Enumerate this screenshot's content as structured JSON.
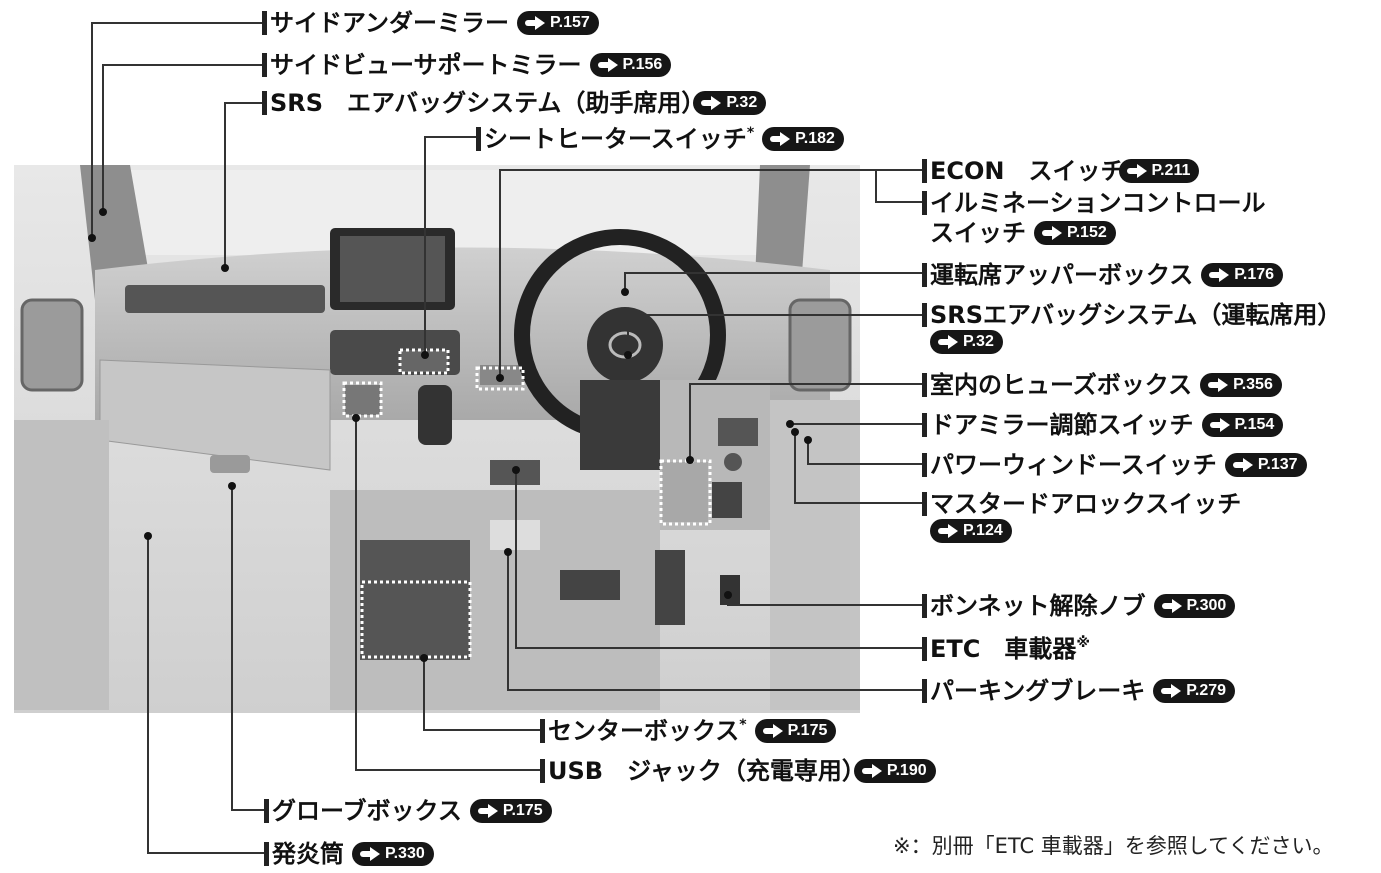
{
  "callouts": [
    {
      "id": "side-under-mirror",
      "label": "サイドアンダーミラー",
      "ref": "P.157"
    },
    {
      "id": "side-view-support-mirror",
      "label": "サイドビューサポートミラー",
      "ref": "P.156"
    },
    {
      "id": "srs-airbag-passenger",
      "label": "SRS　エアバッグシステム（助手席用）",
      "ref": "P.32"
    },
    {
      "id": "seat-heater-switch",
      "label": "シートヒータースイッチ",
      "mark": "*",
      "ref": "P.182"
    },
    {
      "id": "econ-switch",
      "label": "ECON　スイッチ",
      "ref": "P.211"
    },
    {
      "id": "illumination-control-switch",
      "label": "イルミネーションコントロール",
      "label2": "スイッチ",
      "ref": "P.152"
    },
    {
      "id": "driver-upper-box",
      "label": "運転席アッパーボックス",
      "ref": "P.176"
    },
    {
      "id": "srs-airbag-driver",
      "label": "SRSエアバッグシステム（運転席用）",
      "ref": "P.32"
    },
    {
      "id": "interior-fuse-box",
      "label": "室内のヒューズボックス",
      "ref": "P.356"
    },
    {
      "id": "door-mirror-switch",
      "label": "ドアミラー調節スイッチ",
      "ref": "P.154"
    },
    {
      "id": "power-window-switch",
      "label": "パワーウィンドースイッチ",
      "ref": "P.137"
    },
    {
      "id": "master-door-lock-switch",
      "label": "マスタードアロックスイッチ",
      "ref": "P.124"
    },
    {
      "id": "bonnet-release-knob",
      "label": "ボンネット解除ノブ",
      "ref": "P.300"
    },
    {
      "id": "etc-unit",
      "label": "ETC　車載器",
      "mark": "※"
    },
    {
      "id": "parking-brake",
      "label": "パーキングブレーキ",
      "ref": "P.279"
    },
    {
      "id": "center-box",
      "label": "センターボックス",
      "mark": "*",
      "ref": "P.175"
    },
    {
      "id": "usb-jack",
      "label": "USB　ジャック（充電専用）",
      "ref": "P.190"
    },
    {
      "id": "glove-box",
      "label": "グローブボックス",
      "ref": "P.175"
    },
    {
      "id": "flare",
      "label": "発炎筒",
      "ref": "P.330"
    }
  ],
  "footnote": "※：別冊「ETC 車載器」を参照してください。",
  "colors": {
    "text": "#111111",
    "badge": "#161616",
    "leader": "#333333",
    "photo_bg": "#d9d9d9"
  }
}
